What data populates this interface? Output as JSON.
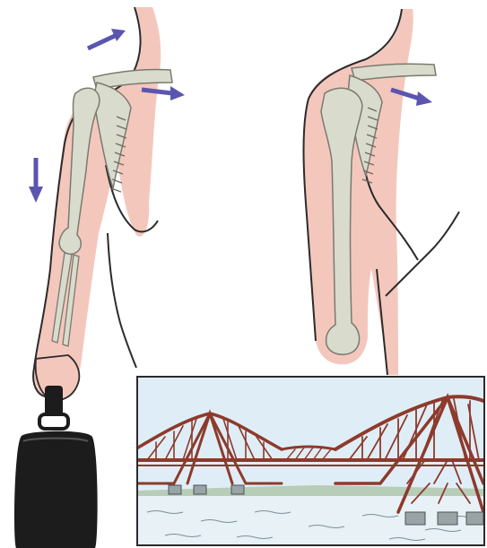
{
  "figure": {
    "panels": [
      {
        "id": "arm-loaded",
        "description_icon": "arm-with-suitcase"
      },
      {
        "id": "arm-relaxed",
        "description_icon": "arm-at-rest"
      },
      {
        "id": "bridge",
        "description_icon": "cantilever-bridge"
      }
    ],
    "colors": {
      "skin": "#f4c7bd",
      "skin_edge": "#e79d92",
      "bone": "#d9dccd",
      "bone_edge": "#7a7a6e",
      "arrow": "#5b55b0",
      "bridge_steel": "#8d3a2c",
      "sky": "#dfeef6",
      "water": "#e8f1f5",
      "suitcase": "#1c1c1c"
    }
  }
}
